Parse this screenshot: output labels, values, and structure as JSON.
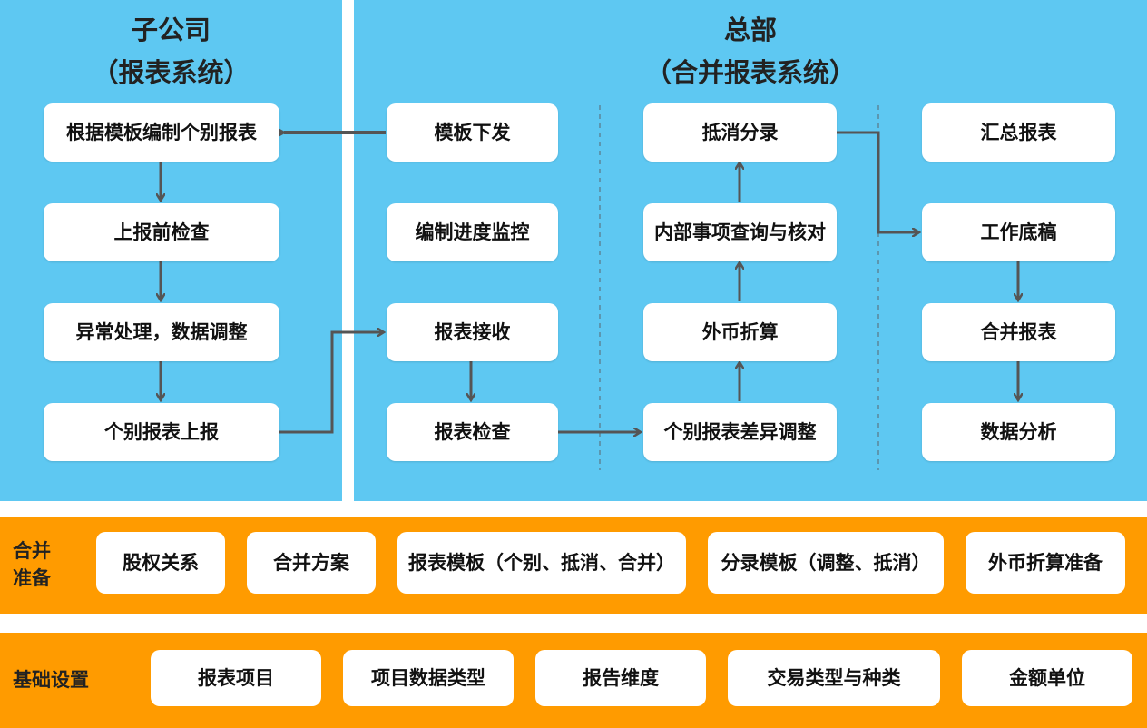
{
  "subsidiary": {
    "title": "子公司",
    "subtitle": "（报表系统）",
    "steps": [
      "根据模板编制个别报表",
      "上报前检查",
      "异常处理，数据调整",
      "个别报表上报"
    ]
  },
  "headquarters": {
    "title": "总部",
    "subtitle": "（合并报表系统）",
    "col1": [
      "模板下发",
      "编制进度监控",
      "报表接收",
      "报表检查"
    ],
    "col2": [
      "抵消分录",
      "内部事项查询与核对",
      "外币折算",
      "个别报表差异调整"
    ],
    "col3": [
      "汇总报表",
      "工作底稿",
      "合并报表",
      "数据分析"
    ]
  },
  "consolidation_prep": {
    "label": "合并准备",
    "items": [
      "股权关系",
      "合并方案",
      "报表模板（个别、抵消、合并）",
      "分录模板（调整、抵消）",
      "外币折算准备"
    ]
  },
  "base_settings": {
    "label": "基础设置",
    "items": [
      "报表项目",
      "项目数据类型",
      "报告维度",
      "交易类型与种类",
      "金额单位"
    ]
  },
  "colors": {
    "panel": "#5ec8f2",
    "band": "#ff9b00",
    "arrow": "#555555"
  }
}
